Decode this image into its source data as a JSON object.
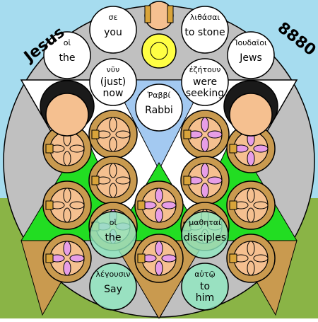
{
  "title": {
    "name": "Jesus",
    "number": "8880"
  },
  "colors": {
    "sky": "#a6dcef",
    "ground": "#8ab446",
    "bigcircle": "#c0c0c0",
    "triangle_white": "#ffffff",
    "triangle_green": "#22dd22",
    "triangle_blue": "#a3c9f1",
    "triangle_tan": "#c99a4f",
    "skin": "#f5c090",
    "hair": "#1a1a1a",
    "pink": "#e79ee7",
    "gold": "#d9a43a",
    "halo": "#ffff44",
    "label_circle": "#ffffff",
    "label_circle_teal": "#8ee8c0"
  },
  "words": [
    {
      "greek": "σε",
      "english": "you"
    },
    {
      "greek": "λιθάσαι",
      "english": "to stone"
    },
    {
      "greek": "οἱ",
      "english": "the"
    },
    {
      "greek": "Ἰουδαῖοι",
      "english": "Jews"
    },
    {
      "greek": "νῦν",
      "english": "(just) now"
    },
    {
      "greek": "ἐζήτουν",
      "english": "were seeking"
    },
    {
      "greek": "Ῥαββί",
      "english": "Rabbi"
    },
    {
      "greek": "οἱ",
      "english": "the"
    },
    {
      "greek": "μαθηταί",
      "english": "disciples"
    },
    {
      "greek": "λέγουσιν",
      "english": "Say"
    },
    {
      "greek": "αὐτῷ",
      "english": "to him"
    }
  ]
}
